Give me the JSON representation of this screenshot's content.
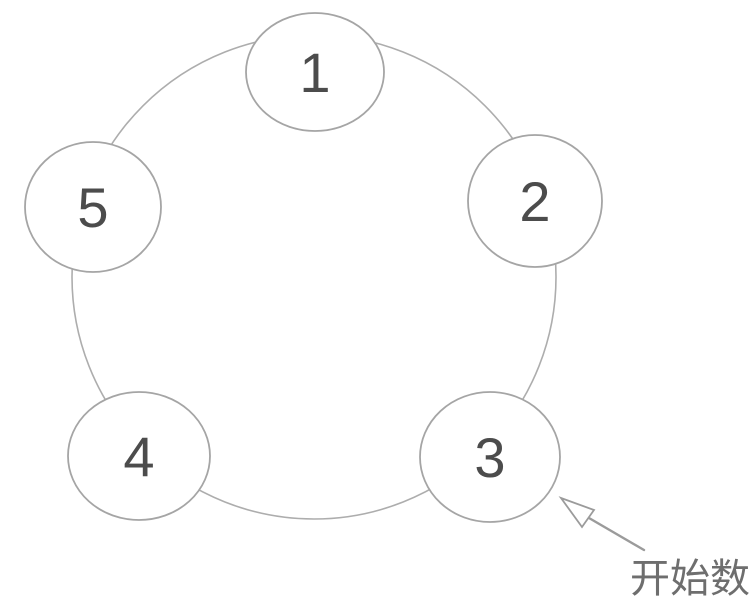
{
  "figure": {
    "nodes": [
      {
        "label": "1"
      },
      {
        "label": "2"
      },
      {
        "label": "3"
      },
      {
        "label": "4"
      },
      {
        "label": "5"
      }
    ],
    "annotation": {
      "text": "开始数",
      "points_to_label": "3"
    }
  },
  "colors": {
    "background": "#ffffff",
    "ring_stroke": "#adadad",
    "node_stroke": "#a5a5a5",
    "node_fill": "#ffffff",
    "digit": "#4c4c4c",
    "arrow": "#9b9b9b",
    "annotation_text": "#6e6e6e"
  }
}
